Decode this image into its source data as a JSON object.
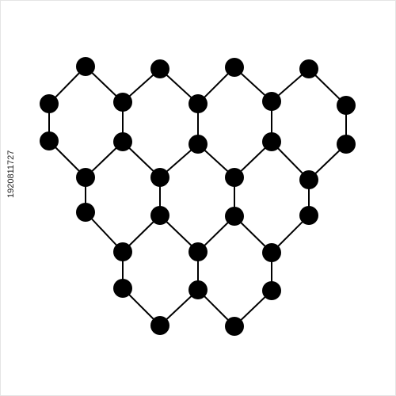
{
  "image": {
    "side_caption": "1920811727",
    "colors": {
      "background": "#ffffff",
      "ink": "#000000"
    }
  },
  "diagram": {
    "kind": "hexagonal lattice (graphene-like) arranged in a heart shape",
    "node_count": 30,
    "hexagon_count": 9
  }
}
